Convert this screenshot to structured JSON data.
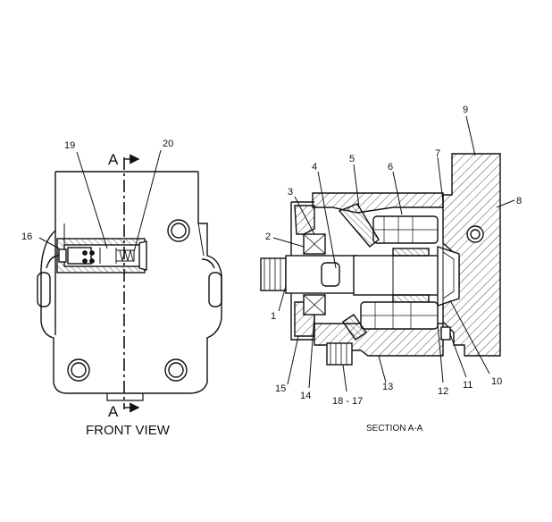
{
  "front_view": {
    "caption": "FRONT VIEW",
    "section_marker_top": "A",
    "section_marker_bottom": "A"
  },
  "section_view": {
    "caption": "SECTION A-A"
  },
  "callouts": {
    "c1": "1",
    "c2": "2",
    "c3": "3",
    "c4": "4",
    "c5": "5",
    "c6": "6",
    "c7": "7",
    "c8": "8",
    "c9": "9",
    "c10": "10",
    "c11": "11",
    "c12": "12",
    "c13": "13",
    "c14": "14",
    "c15": "15",
    "c16": "16",
    "c1817": "18 - 17",
    "c19": "19",
    "c20": "20"
  }
}
